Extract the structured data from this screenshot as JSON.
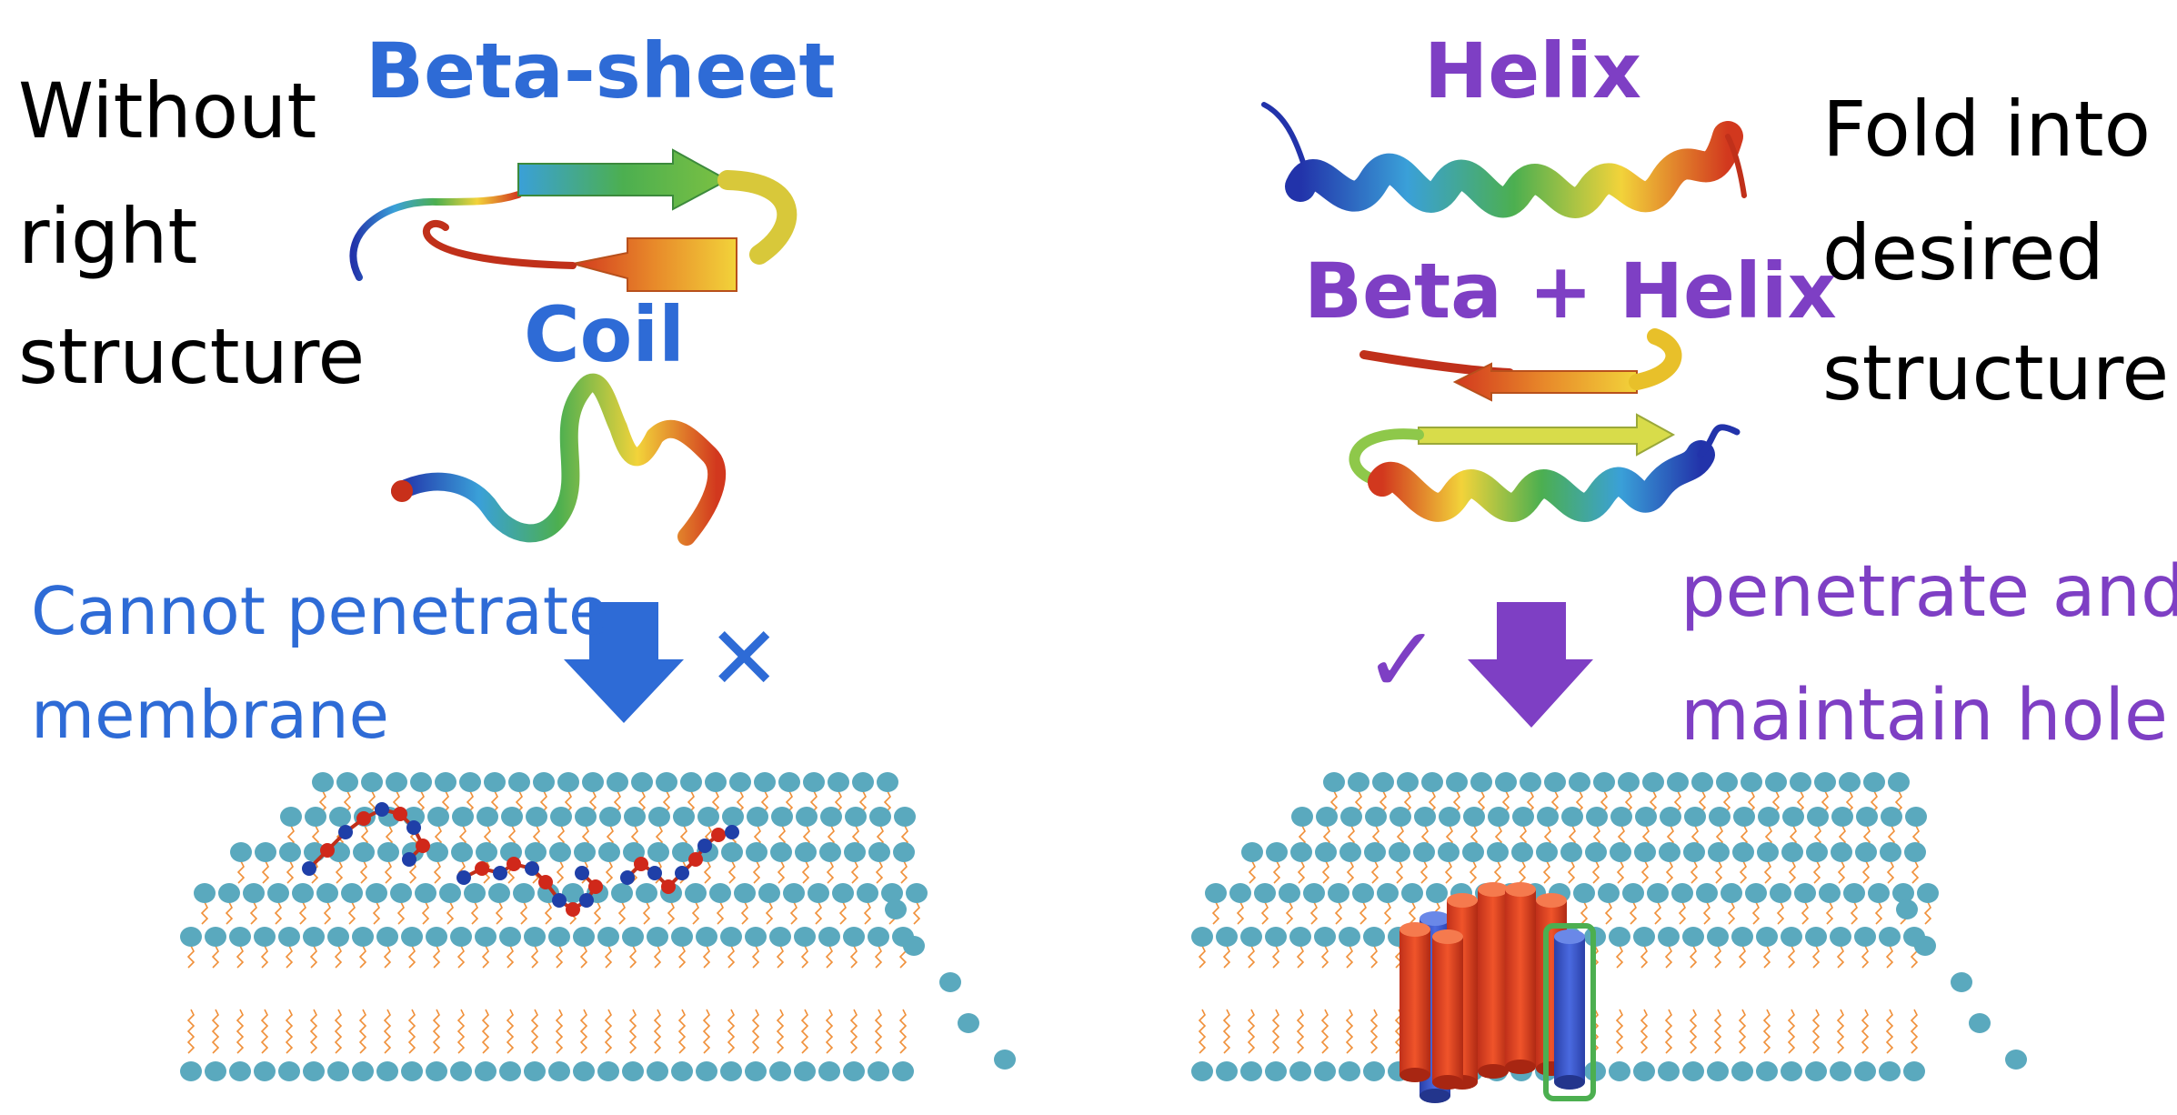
{
  "left": {
    "side_label": [
      "Without",
      "right",
      "structure"
    ],
    "beta_sheet_title": "Beta-sheet",
    "coil_title": "Coil",
    "caption": [
      "Cannot penetrate",
      "membrane"
    ],
    "mark": "✕"
  },
  "right": {
    "helix_title": "Helix",
    "beta_helix_title": "Beta + Helix",
    "side_label": [
      "Fold into",
      "desired",
      "structure"
    ],
    "caption": [
      "penetrate and",
      "maintain hole"
    ],
    "mark": "✓"
  },
  "colors": {
    "blue_text": "#2e6bd6",
    "purple_text": "#7e3fc4",
    "lipid_head": "#5aa9be",
    "lipid_tail": "#f0903a",
    "cylinder_red": "#e0441e",
    "cylinder_blue": "#3a5ad0",
    "highlight_box": "#4caf50"
  }
}
